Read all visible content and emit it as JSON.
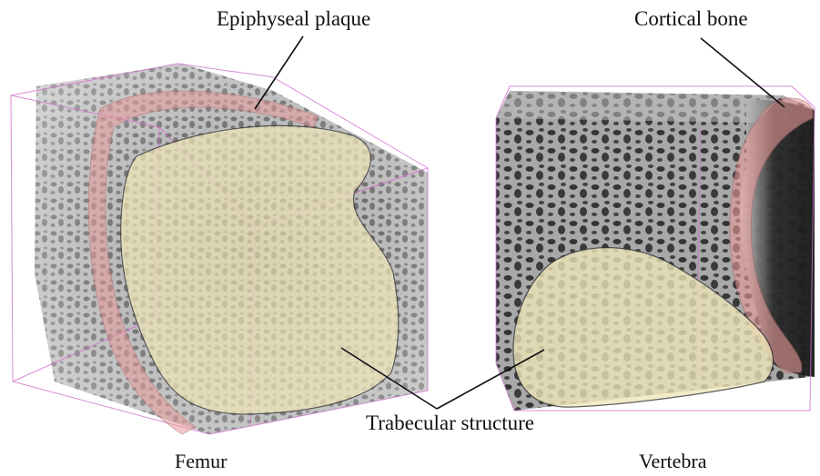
{
  "labels": {
    "epiphyseal_plaque": "Epiphyseal plaque",
    "cortical_bone": "Cortical bone",
    "trabecular_structure": "Trabecular structure",
    "femur": "Femur",
    "vertebra": "Vertebra"
  },
  "colors": {
    "bone_gray": "#8d8d8d",
    "bone_dark": "#3a3a3a",
    "trabecular_highlight": "#e9e1b6",
    "plaque_highlight": "#e69a9a",
    "bounding_box": "#d070d0",
    "line": "#111111"
  }
}
